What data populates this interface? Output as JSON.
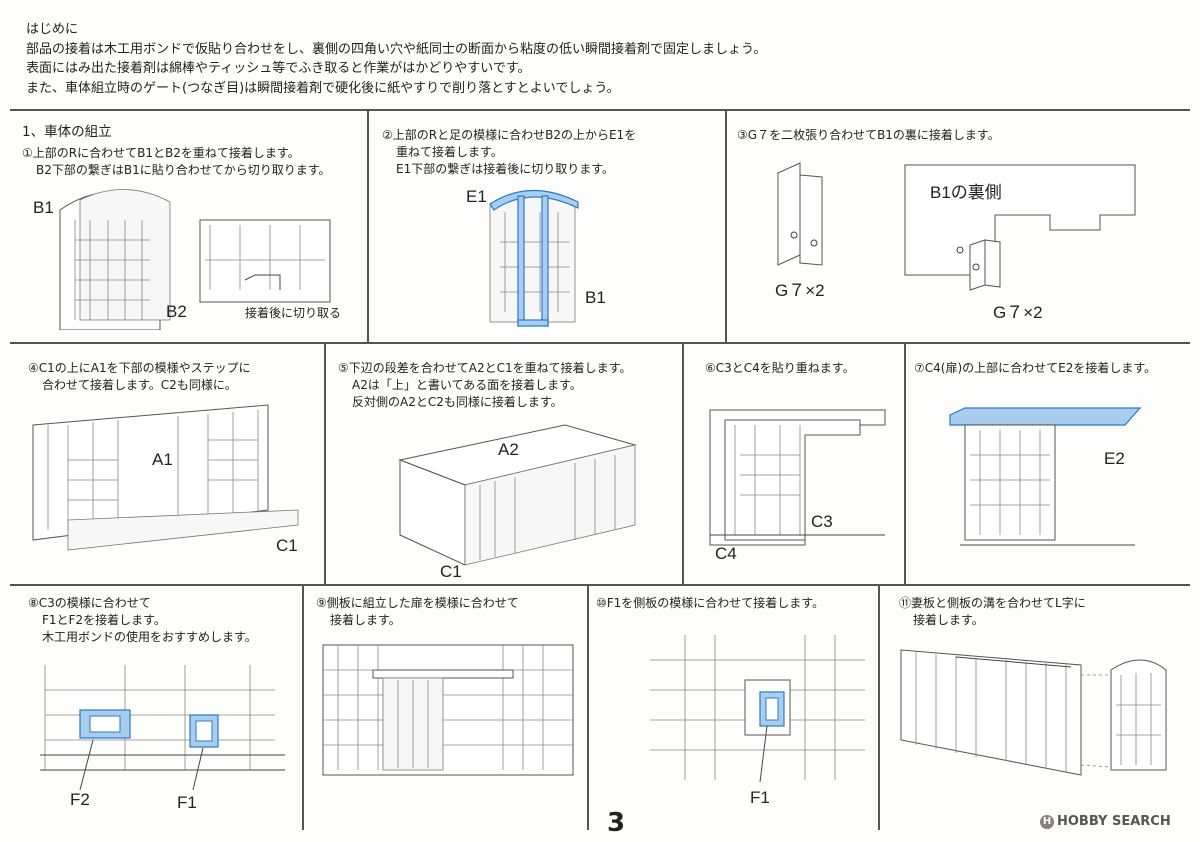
{
  "intro": {
    "lines": [
      "はじめに",
      "部品の接着は木工用ボンドで仮貼り合わせをし、裏側の四角い穴や紙同士の断面から粘度の低い瞬間接着剤で固定しましょう。",
      "表面にはみ出た接着剤は綿棒やティッシュ等でふき取ると作業がはかどりやすいです。",
      "また、車体組立時のゲート(つなぎ目)は瞬間接着剤で硬化後に紙やすりで削り落とすとよいでしょう。"
    ]
  },
  "section_title": "1、車体の組立",
  "steps": [
    {
      "num": "①",
      "lines": [
        "上部のRに合わせてB1とB2を重ねて接着します。",
        "B2下部の繋ぎはB1に貼り合わせてから切り取ります。"
      ],
      "labels": [
        "B1",
        "B2",
        "接着後に切り取る"
      ]
    },
    {
      "num": "②",
      "lines": [
        "上部のRと足の模様に合わせB2の上からE1を",
        "重ねて接着します。",
        "E1下部の繋ぎは接着後に切り取ります。"
      ],
      "labels": [
        "E1",
        "B1"
      ]
    },
    {
      "num": "③",
      "lines": [
        "G７を二枚張り合わせてB1の裏に接着します。"
      ],
      "labels": [
        "B1の裏側",
        "G７×2",
        "G７×2"
      ]
    },
    {
      "num": "④",
      "lines": [
        "C1の上にA1を下部の模様やステップに",
        "合わせて接着します。C2も同様に。"
      ],
      "labels": [
        "A1",
        "C1"
      ]
    },
    {
      "num": "⑤",
      "lines": [
        "下辺の段差を合わせてA2とC1を重ねて接着します。",
        "A2は「上」と書いてある面を接着します。",
        "反対側のA2とC2も同様に接着します。"
      ],
      "labels": [
        "A2",
        "C1"
      ]
    },
    {
      "num": "⑥",
      "lines": [
        "C3とC4を貼り重ねます。"
      ],
      "labels": [
        "C3",
        "C4"
      ]
    },
    {
      "num": "⑦",
      "lines": [
        "C4(扉)の上部に合わせてE2を接着します。"
      ],
      "labels": [
        "E2"
      ]
    },
    {
      "num": "⑧",
      "lines": [
        "C3の模様に合わせて",
        "F1とF2を接着します。",
        "木工用ボンドの使用をおすすめします。"
      ],
      "labels": [
        "F2",
        "F1"
      ]
    },
    {
      "num": "⑨",
      "lines": [
        "側板に組立した扉を模様に合わせて",
        "接着します。"
      ],
      "labels": []
    },
    {
      "num": "⑩",
      "lines": [
        "F1を側板の模様に合わせて接着します。"
      ],
      "labels": [
        "F1"
      ]
    },
    {
      "num": "⑪",
      "lines": [
        "妻板と側板の溝を合わせてL字に",
        "接着します。"
      ],
      "labels": []
    }
  ],
  "page_number": "3",
  "watermark": "HOBBY SEARCH",
  "colors": {
    "highlight_fill": "#a9cdef",
    "highlight_stroke": "#2a7ac4",
    "rule": "#555555"
  }
}
